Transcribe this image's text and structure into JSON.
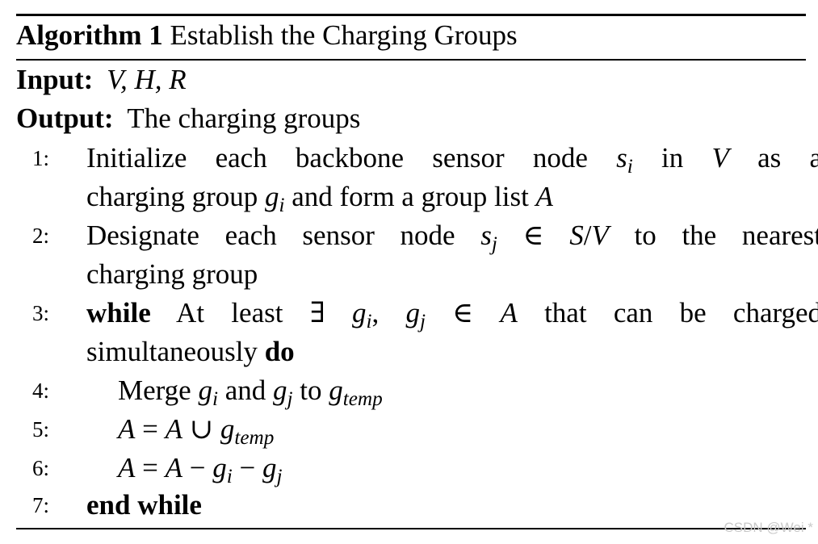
{
  "algorithm": {
    "label": "Algorithm 1",
    "title": "Establish the Charging Groups"
  },
  "input": {
    "label": "Input:",
    "value": "V, H, R"
  },
  "output": {
    "label": "Output:",
    "value": "The charging groups"
  },
  "steps": [
    {
      "num": "1:",
      "line1": "Initialize each backbone sensor node s_i in V as a",
      "line2": "charging group g_i and form a group list A"
    },
    {
      "num": "2:",
      "line1": "Designate each sensor node s_j ∈ S/V to the nearest",
      "line2": "charging group"
    },
    {
      "num": "3:",
      "keyword_while": "while",
      "line1": "At least ∃ g_i, g_j ∈ A that can be charged",
      "line2": "simultaneously",
      "keyword_do": "do"
    },
    {
      "num": "4:",
      "line1": "Merge g_i and g_j to g_temp"
    },
    {
      "num": "5:",
      "line1": "A = A ∪ g_temp"
    },
    {
      "num": "6:",
      "line1": "A = A − g_i − g_j"
    },
    {
      "num": "7:",
      "keyword_end": "end while"
    }
  ],
  "watermark": "CSDN @Wei *"
}
